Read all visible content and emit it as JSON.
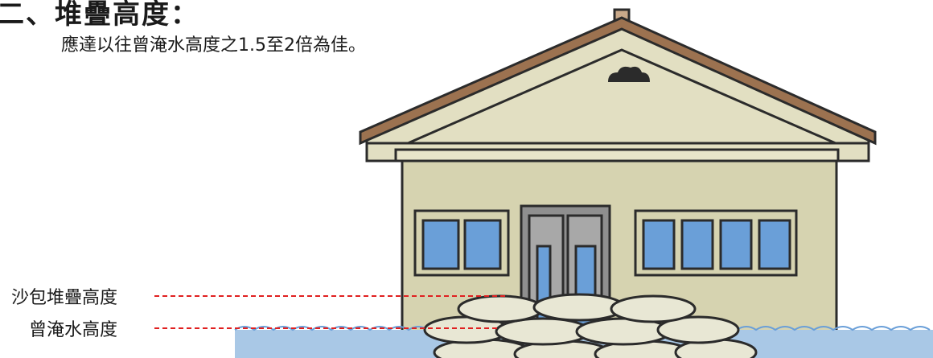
{
  "heading": "二、堆疊高度：",
  "subtitle": "應達以往曾淹水高度之1.5至2倍為佳。",
  "labels": {
    "sandbag_height": "沙包堆疊高度",
    "flood_height": "曾淹水高度"
  },
  "colors": {
    "wall": "#d6d3b0",
    "roof": "#9c7250",
    "window": "#6a9fd8",
    "water": "#a9c8e6",
    "sandbag": "#e8e7d4",
    "guide_line": "#e02020"
  }
}
